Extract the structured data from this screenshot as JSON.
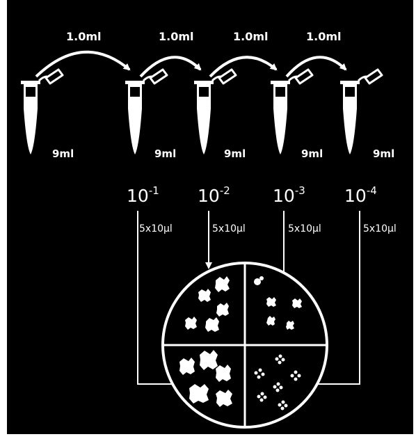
{
  "transfer_volumes": [
    "1.0ml",
    "1.0ml",
    "1.0ml",
    "1.0ml"
  ],
  "tube_volumes": [
    "9ml",
    "9ml",
    "9ml",
    "9ml",
    "9ml"
  ],
  "dilutions": [
    {
      "base": "10",
      "exponent": "-1"
    },
    {
      "base": "10",
      "exponent": "-2"
    },
    {
      "base": "10",
      "exponent": "-3"
    },
    {
      "base": "10",
      "exponent": "-4"
    }
  ],
  "plating_volumes": [
    "5x10µl",
    "5x10µl",
    "5x10µl",
    "5x10µl"
  ],
  "colors": {
    "background": "#000000",
    "foreground": "#ffffff"
  }
}
